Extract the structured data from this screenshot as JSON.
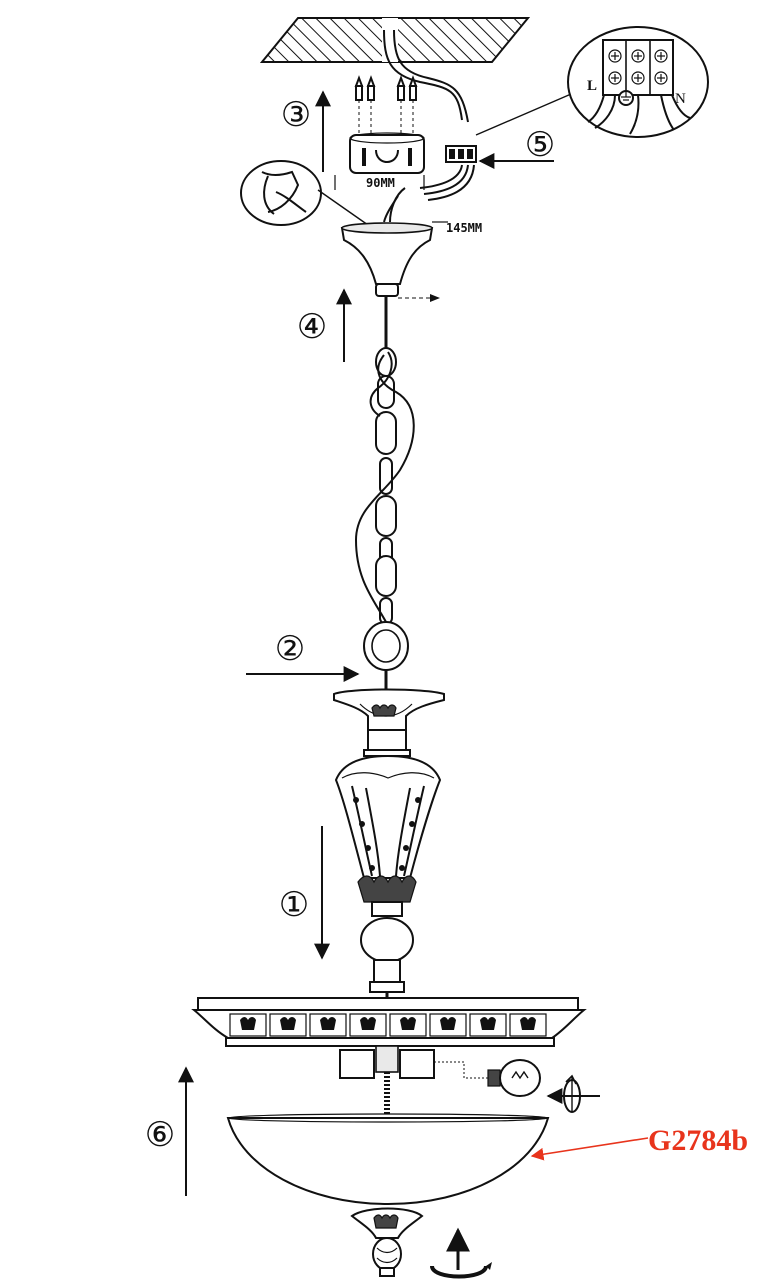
{
  "steps": [
    "①",
    "②",
    "③",
    "④",
    "⑤",
    "⑥"
  ],
  "dimensions": {
    "plate_width": "90MM",
    "canopy_width": "145MM"
  },
  "terminal": {
    "live": "L",
    "neutral": "N"
  },
  "model": {
    "code": "G2784b",
    "color": "#e8341c"
  },
  "colors": {
    "ink": "#111111",
    "paper": "#ffffff"
  }
}
